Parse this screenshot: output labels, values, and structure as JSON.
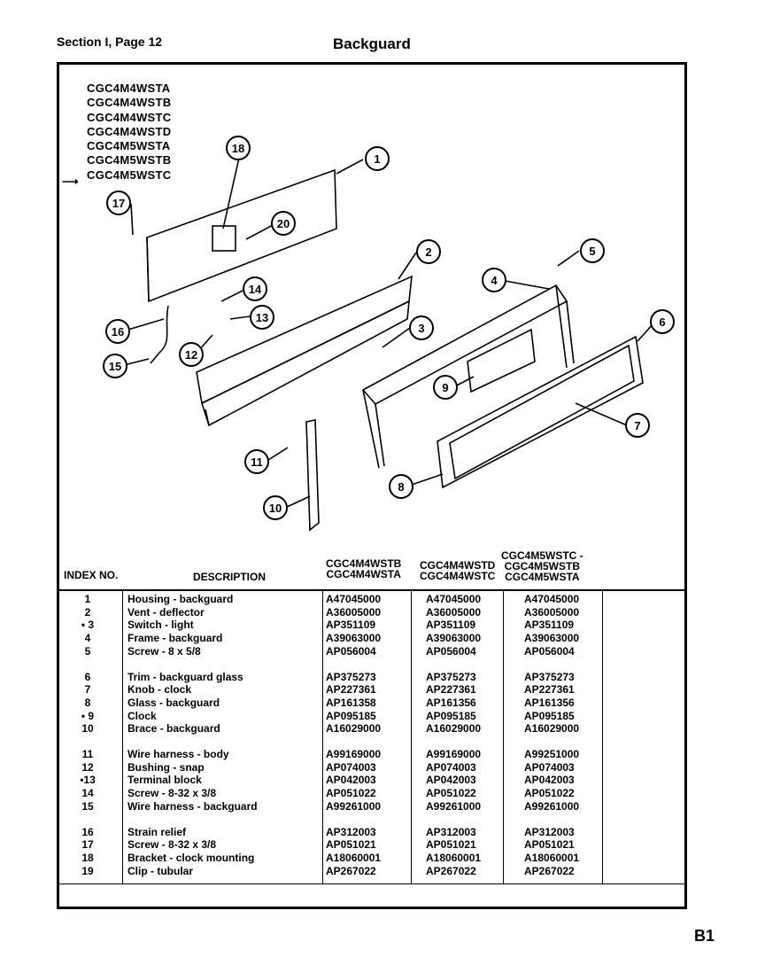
{
  "header": {
    "section": "Section I, Page 12",
    "title": "Backguard"
  },
  "models": [
    "CGC4M4WSTA",
    "CGC4M4WSTB",
    "CGC4M4WSTC",
    "CGC4M4WSTD",
    "CGC4M5WSTA",
    "CGC4M5WSTB",
    "CGC4M5WSTC"
  ],
  "callouts": [
    "1",
    "2",
    "3",
    "4",
    "5",
    "6",
    "7",
    "8",
    "9",
    "10",
    "11",
    "12",
    "13",
    "14",
    "15",
    "16",
    "17",
    "18",
    "20"
  ],
  "table": {
    "headers": {
      "index": "INDEX NO.",
      "description": "DESCRIPTION",
      "col1": [
        "CGC4M4WSTB",
        "CGC4M4WSTA"
      ],
      "col2": [
        "CGC4M4WSTD",
        "CGC4M4WSTC"
      ],
      "col3": [
        "CGC4M5WSTC -",
        "CGC4M5WSTB",
        "CGC4M5WSTA"
      ]
    },
    "rows": [
      {
        "index": "1",
        "desc": "Housing - backguard",
        "c1": "A47045000",
        "c2": "A47045000",
        "c3": "A47045000"
      },
      {
        "index": "2",
        "desc": "Vent - deflector",
        "c1": "A36005000",
        "c2": "A36005000",
        "c3": "A36005000"
      },
      {
        "index": "• 3",
        "desc": "Switch - light",
        "c1": "AP351109",
        "c2": "AP351109",
        "c3": "AP351109"
      },
      {
        "index": "4",
        "desc": "Frame - backguard",
        "c1": "A39063000",
        "c2": "A39063000",
        "c3": "A39063000"
      },
      {
        "index": "5",
        "desc": "Screw - 8 x 5/8",
        "c1": "AP056004",
        "c2": "AP056004",
        "c3": "AP056004"
      },
      {
        "index": "6",
        "desc": "Trim - backguard glass",
        "c1": "AP375273",
        "c2": "AP375273",
        "c3": "AP375273"
      },
      {
        "index": "7",
        "desc": "Knob - clock",
        "c1": "AP227361",
        "c2": "AP227361",
        "c3": "AP227361"
      },
      {
        "index": "8",
        "desc": "Glass - backguard",
        "c1": "AP161358",
        "c2": "AP161356",
        "c3": "AP161356"
      },
      {
        "index": "• 9",
        "desc": "Clock",
        "c1": "AP095185",
        "c2": "AP095185",
        "c3": "AP095185"
      },
      {
        "index": "10",
        "desc": "Brace - backguard",
        "c1": "A16029000",
        "c2": "A16029000",
        "c3": "A16029000"
      },
      {
        "index": "11",
        "desc": "Wire harness - body",
        "c1": "A99169000",
        "c2": "A99169000",
        "c3": "A99251000"
      },
      {
        "index": "12",
        "desc": "Bushing - snap",
        "c1": "AP074003",
        "c2": "AP074003",
        "c3": "AP074003"
      },
      {
        "index": "•13",
        "desc": "Terminal block",
        "c1": "AP042003",
        "c2": "AP042003",
        "c3": "AP042003"
      },
      {
        "index": "14",
        "desc": "Screw - 8-32 x 3/8",
        "c1": "AP051022",
        "c2": "AP051022",
        "c3": "AP051022"
      },
      {
        "index": "15",
        "desc": "Wire harness - backguard",
        "c1": "A99261000",
        "c2": "A99261000",
        "c3": "A99261000"
      },
      {
        "index": "16",
        "desc": "Strain relief",
        "c1": "AP312003",
        "c2": "AP312003",
        "c3": "AP312003"
      },
      {
        "index": "17",
        "desc": "Screw - 8-32 x 3/8",
        "c1": "AP051021",
        "c2": "AP051021",
        "c3": "AP051021"
      },
      {
        "index": "18",
        "desc": "Bracket - clock mounting",
        "c1": "A18060001",
        "c2": "A18060001",
        "c3": "A18060001"
      },
      {
        "index": "19",
        "desc": "Clip - tubular",
        "c1": "AP267022",
        "c2": "AP267022",
        "c3": "AP267022"
      }
    ]
  },
  "footer": {
    "page_code": "B1"
  }
}
